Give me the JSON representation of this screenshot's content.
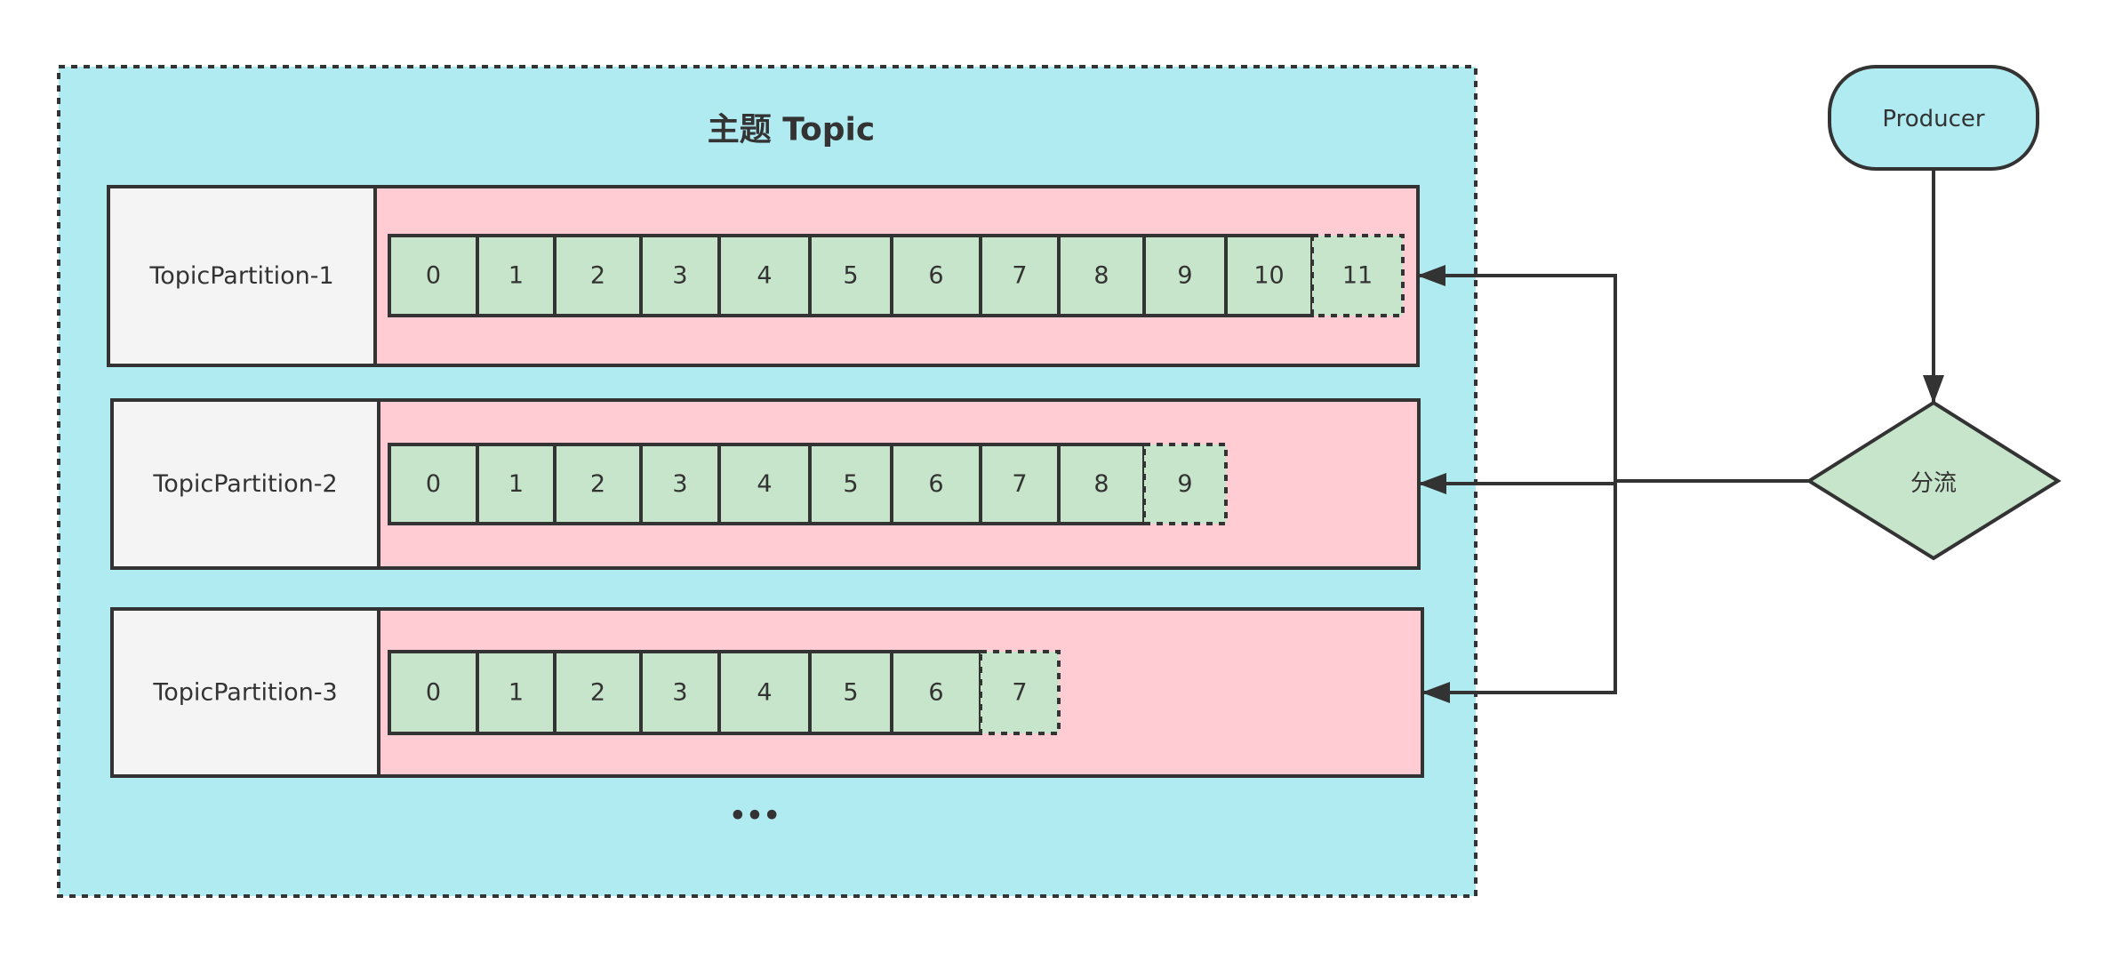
{
  "colors": {
    "topic_fill": "#B1EBF2",
    "partition_fill": "#FFCCD3",
    "label_fill": "#F4F4F4",
    "cell_fill": "#C7E5CA",
    "stroke": "#333333",
    "producer_fill": "#B1EBF2",
    "splitter_fill": "#C7E5CA"
  },
  "topic": {
    "title": "主题 Topic",
    "ellipsis": "•••"
  },
  "partitions": [
    {
      "label": "TopicPartition-1",
      "offsets": [
        "0",
        "1",
        "2",
        "3",
        "4",
        "5",
        "6",
        "7",
        "8",
        "9",
        "10",
        "11"
      ],
      "pending_offset": "11"
    },
    {
      "label": "TopicPartition-2",
      "offsets": [
        "0",
        "1",
        "2",
        "3",
        "4",
        "5",
        "6",
        "7",
        "8",
        "9"
      ],
      "pending_offset": "9"
    },
    {
      "label": "TopicPartition-3",
      "offsets": [
        "0",
        "1",
        "2",
        "3",
        "4",
        "5",
        "6",
        "7"
      ],
      "pending_offset": "7"
    }
  ],
  "producer": {
    "label": "Producer"
  },
  "splitter": {
    "label": "分流"
  }
}
